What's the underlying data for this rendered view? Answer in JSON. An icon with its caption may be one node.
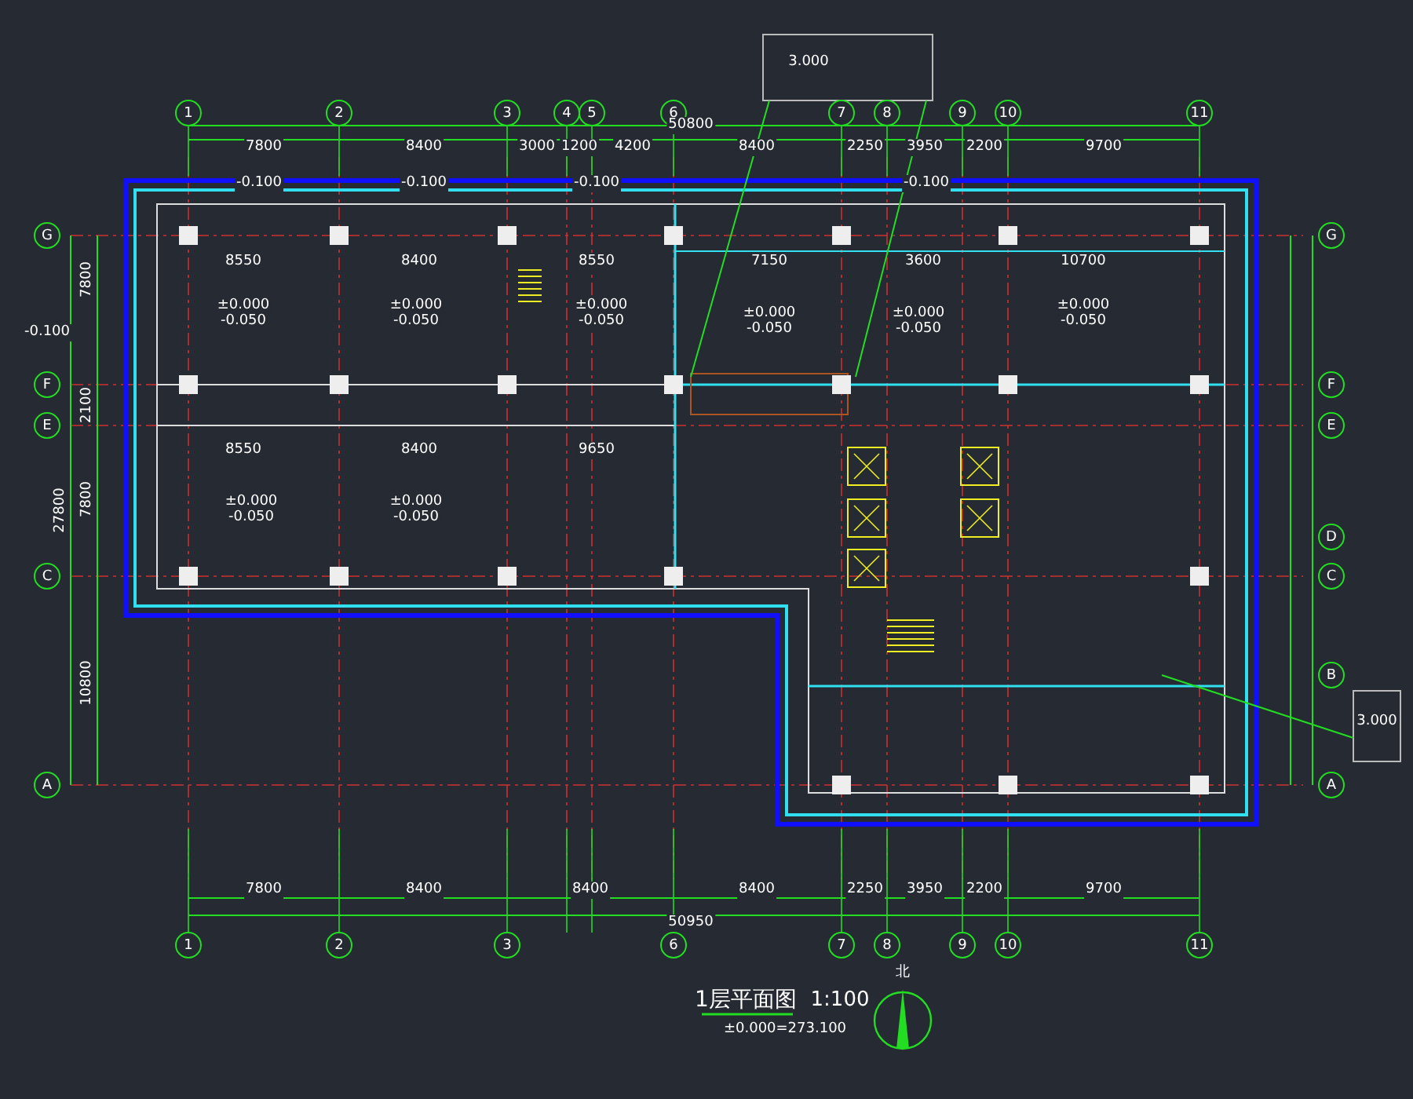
{
  "diagram": {
    "title": "1层平面图",
    "labels": [
      "1:100",
      "±0.000=273.100",
      "北",
      "3.000",
      "3.000",
      "1",
      "2",
      "3",
      "4",
      "5",
      "6",
      "7",
      "8",
      "9",
      "10",
      "11",
      "50800",
      "7800",
      "8400",
      "3000",
      "1200",
      "4200",
      "8400",
      "2250",
      "3950",
      "2200",
      "9700",
      "G",
      "F",
      "E",
      "C",
      "A",
      "27800",
      "7800",
      "2100",
      "7800",
      "10800",
      "G",
      "F",
      "E",
      "D",
      "C",
      "B",
      "A",
      "8550",
      "8400",
      "8550",
      "7150",
      "3600",
      "10700",
      "8550",
      "8400",
      "9650",
      "±0.000",
      "-0.050",
      "±0.000",
      "-0.050",
      "±0.000",
      "-0.050",
      "±0.000",
      "-0.050",
      "±0.000",
      "-0.050",
      "±0.000",
      "-0.050",
      "±0.000",
      "-0.050",
      "±0.000",
      "-0.050",
      "-0.100",
      "-0.100",
      "-0.100",
      "-0.100",
      "-0.100",
      "7800",
      "8400",
      "8400",
      "8400",
      "2250",
      "3950",
      "2200",
      "9700",
      "50950",
      "1",
      "2",
      "3",
      "6",
      "7",
      "8",
      "9",
      "10",
      "11"
    ]
  }
}
